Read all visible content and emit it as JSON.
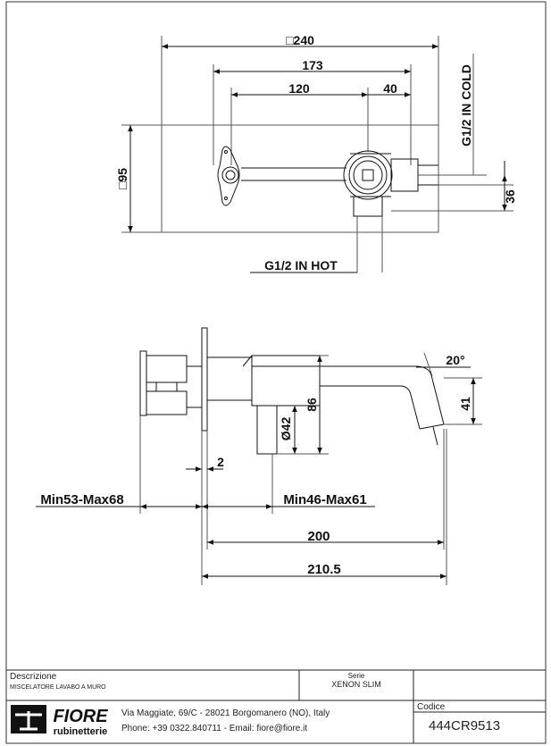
{
  "top_view": {
    "dim_overall": "□240",
    "dim_spacing": "173",
    "dim_center": "120",
    "dim_offset": "40",
    "dim_height": "□95",
    "dim_depth": "36",
    "label_cold": "G1/2 IN COLD",
    "label_hot": "G1/2 IN HOT"
  },
  "side_view": {
    "dim_angle": "20°",
    "dim_spout_height": "41",
    "dim_body_height": "86",
    "dim_diameter": "Ø42",
    "dim_plate": "2",
    "dim_min_max_left": "Min53-Max68",
    "dim_min_max_right": "Min46-Max61",
    "dim_spout_length": "200",
    "dim_total_length": "210.5"
  },
  "title_block": {
    "descrizione_label": "Descrizione",
    "descrizione_value": "MISCELATORE LAVABO A MURO",
    "serie_label": "Serie",
    "serie_value": "XENON SLIM",
    "codice_label": "Codice",
    "codice_value": "444CR9513",
    "company_logo_text": "FIORE",
    "company_logo_sub": "rubinetterie",
    "address": "Via Maggiate, 69/C - 28021 Borgomanero (NO), Italy",
    "contact": "Phone: +39 0322.840711 - Email: fiore@fiore.it"
  }
}
